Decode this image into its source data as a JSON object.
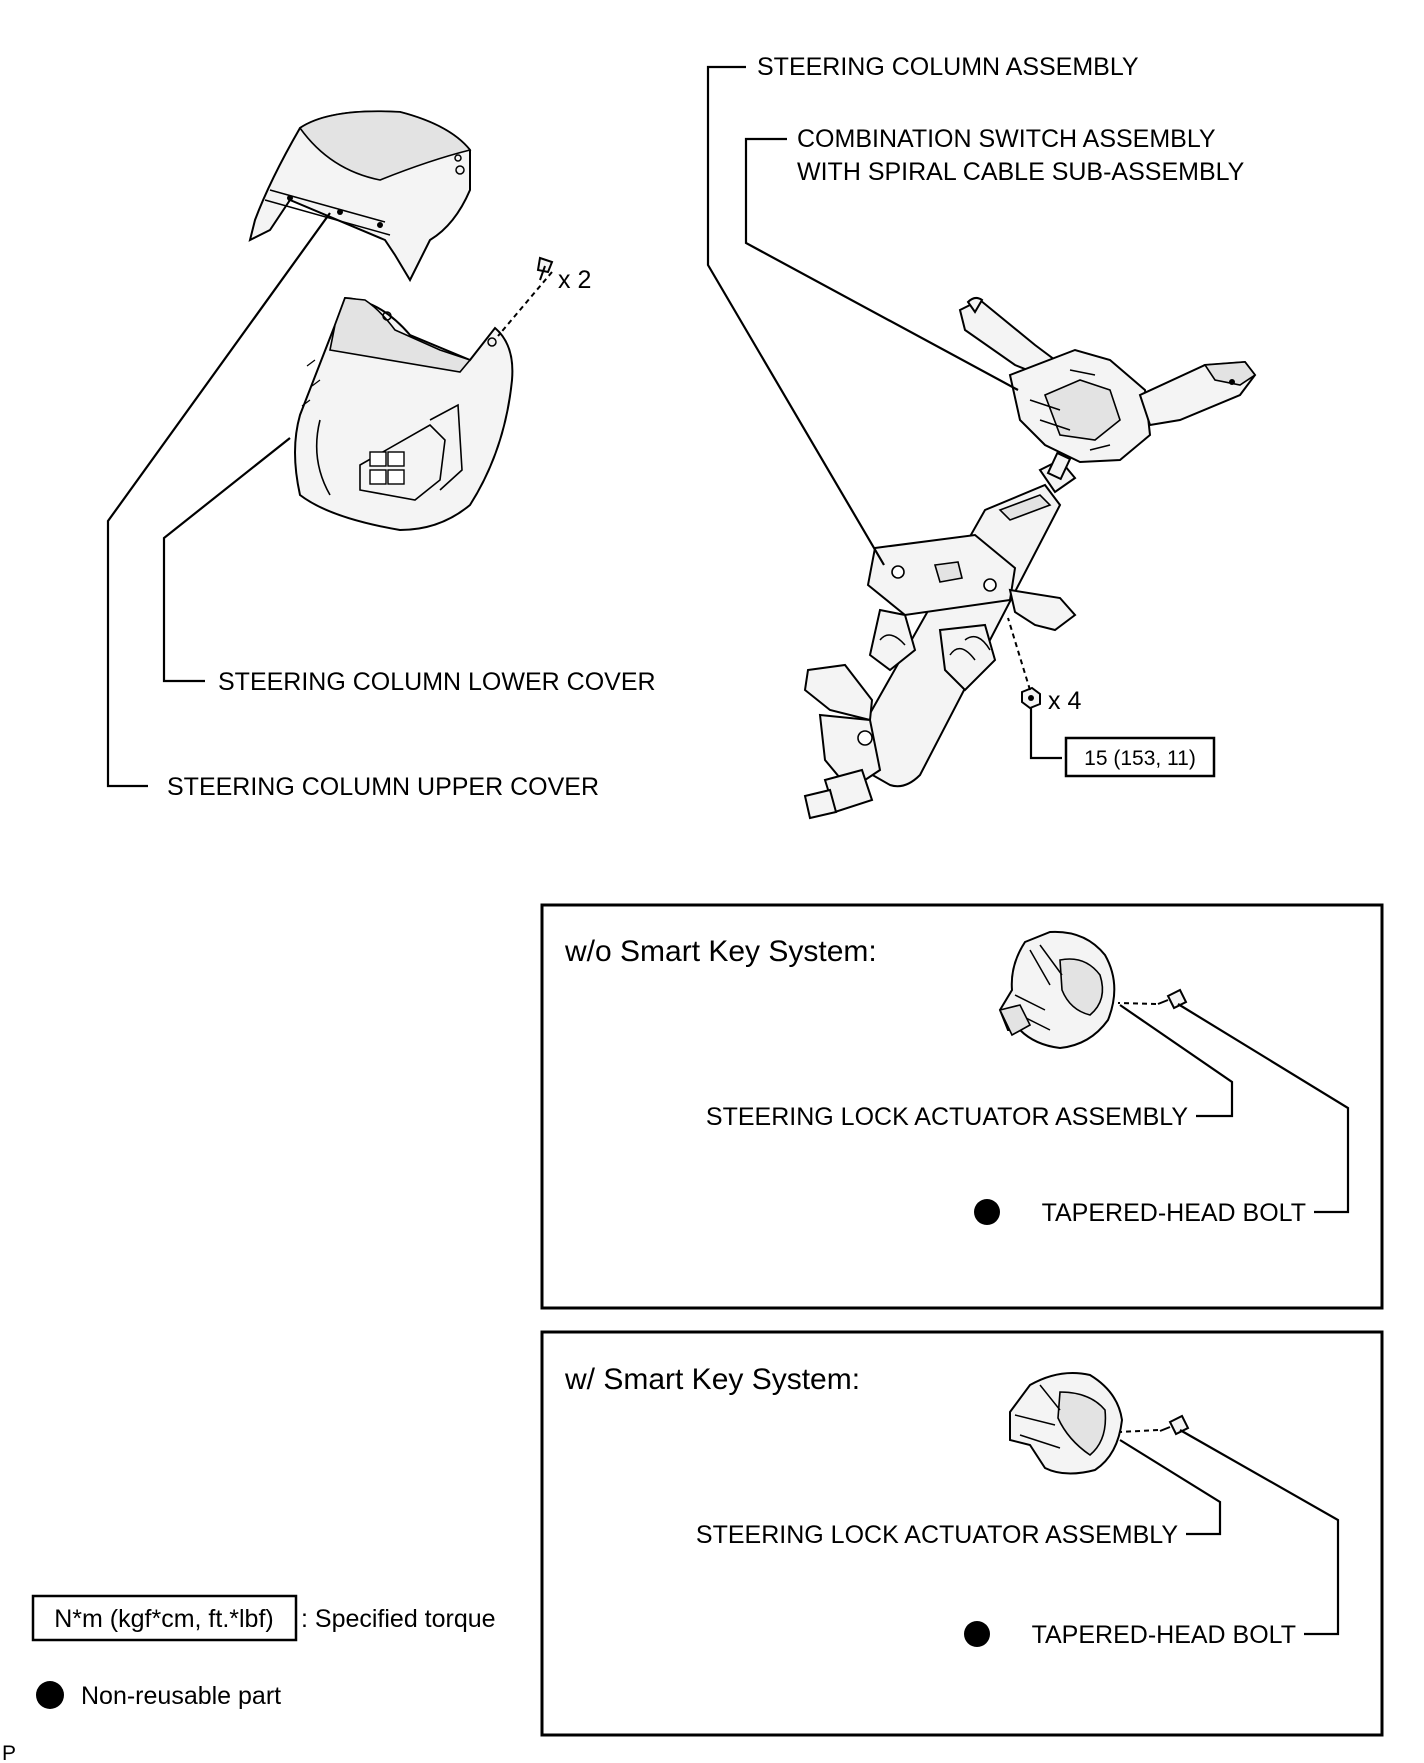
{
  "labels": {
    "steering_column_assembly": "STEERING COLUMN ASSEMBLY",
    "combination_switch_line1": "COMBINATION SWITCH ASSEMBLY",
    "combination_switch_line2": "WITH SPIRAL CABLE SUB-ASSEMBLY",
    "lower_cover": "STEERING COLUMN LOWER COVER",
    "upper_cover": "STEERING COLUMN UPPER COVER",
    "screw_qty": "x 2",
    "nut_qty": "x 4",
    "torque_value": "15 (153, 11)"
  },
  "panels": {
    "without_smart_key": {
      "title": "w/o Smart Key System:",
      "actuator_label": "STEERING LOCK ACTUATOR ASSEMBLY",
      "bolt_label": "TAPERED-HEAD BOLT"
    },
    "with_smart_key": {
      "title": "w/ Smart Key System:",
      "actuator_label": "STEERING LOCK ACTUATOR ASSEMBLY",
      "bolt_label": "TAPERED-HEAD BOLT"
    }
  },
  "legend": {
    "torque_unit": "N*m (kgf*cm, ft.*lbf)",
    "torque_desc": ": Specified torque",
    "non_reusable_desc": "Non-reusable part"
  },
  "icons": {
    "non_reusable": "filled-circle-icon",
    "fastener": "screw-icon",
    "nut": "nut-icon"
  },
  "footer": {
    "mark": "P"
  }
}
